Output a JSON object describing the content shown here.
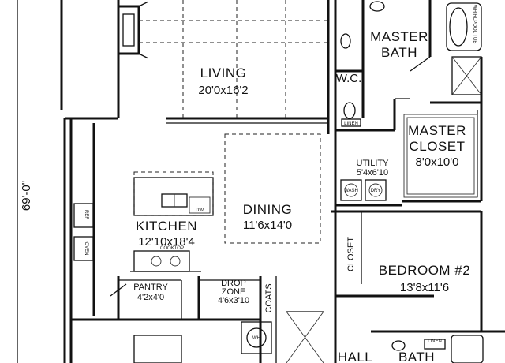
{
  "rooms": {
    "living": {
      "name": "LIVING",
      "dims": "20'0x16'2"
    },
    "master_bath": {
      "name_line1": "MASTER",
      "name_line2": "BATH"
    },
    "wc": {
      "name": "W.C."
    },
    "linen_wc": {
      "name": "LINEN"
    },
    "master_closet": {
      "name_line1": "MASTER",
      "name_line2": "CLOSET",
      "dims": "8'0x10'0"
    },
    "utility": {
      "name": "UTILITY",
      "dims": "5'4x6'10"
    },
    "dining": {
      "name": "DINING",
      "dims": "11'6x14'0"
    },
    "kitchen": {
      "name": "KITCHEN",
      "dims": "12'10x18'4"
    },
    "pantry": {
      "name": "PANTRY",
      "dims": "4'2x4'0"
    },
    "drop_zone": {
      "name_line1": "DROP",
      "name_line2": "ZONE",
      "dims": "4'6x3'10"
    },
    "coats": {
      "name": "COATS"
    },
    "closet": {
      "name": "CLOSET"
    },
    "bedroom2": {
      "name": "BEDROOM #2",
      "dims": "13'8x11'6"
    },
    "hall": {
      "name": "HALL"
    },
    "bath": {
      "name": "BATH"
    },
    "linen_bath": {
      "name": "LINEN"
    }
  },
  "fixtures": {
    "cooktop": "COOKTOP",
    "dishwasher": "DW",
    "refrigerator": "REF",
    "oven": "OVEN",
    "washer": "WASH",
    "dryer": "DRY",
    "water_heater": "WH",
    "tub": "WHIRLPOOL TUB"
  },
  "dimension": {
    "overall_depth": "69'-0\""
  }
}
